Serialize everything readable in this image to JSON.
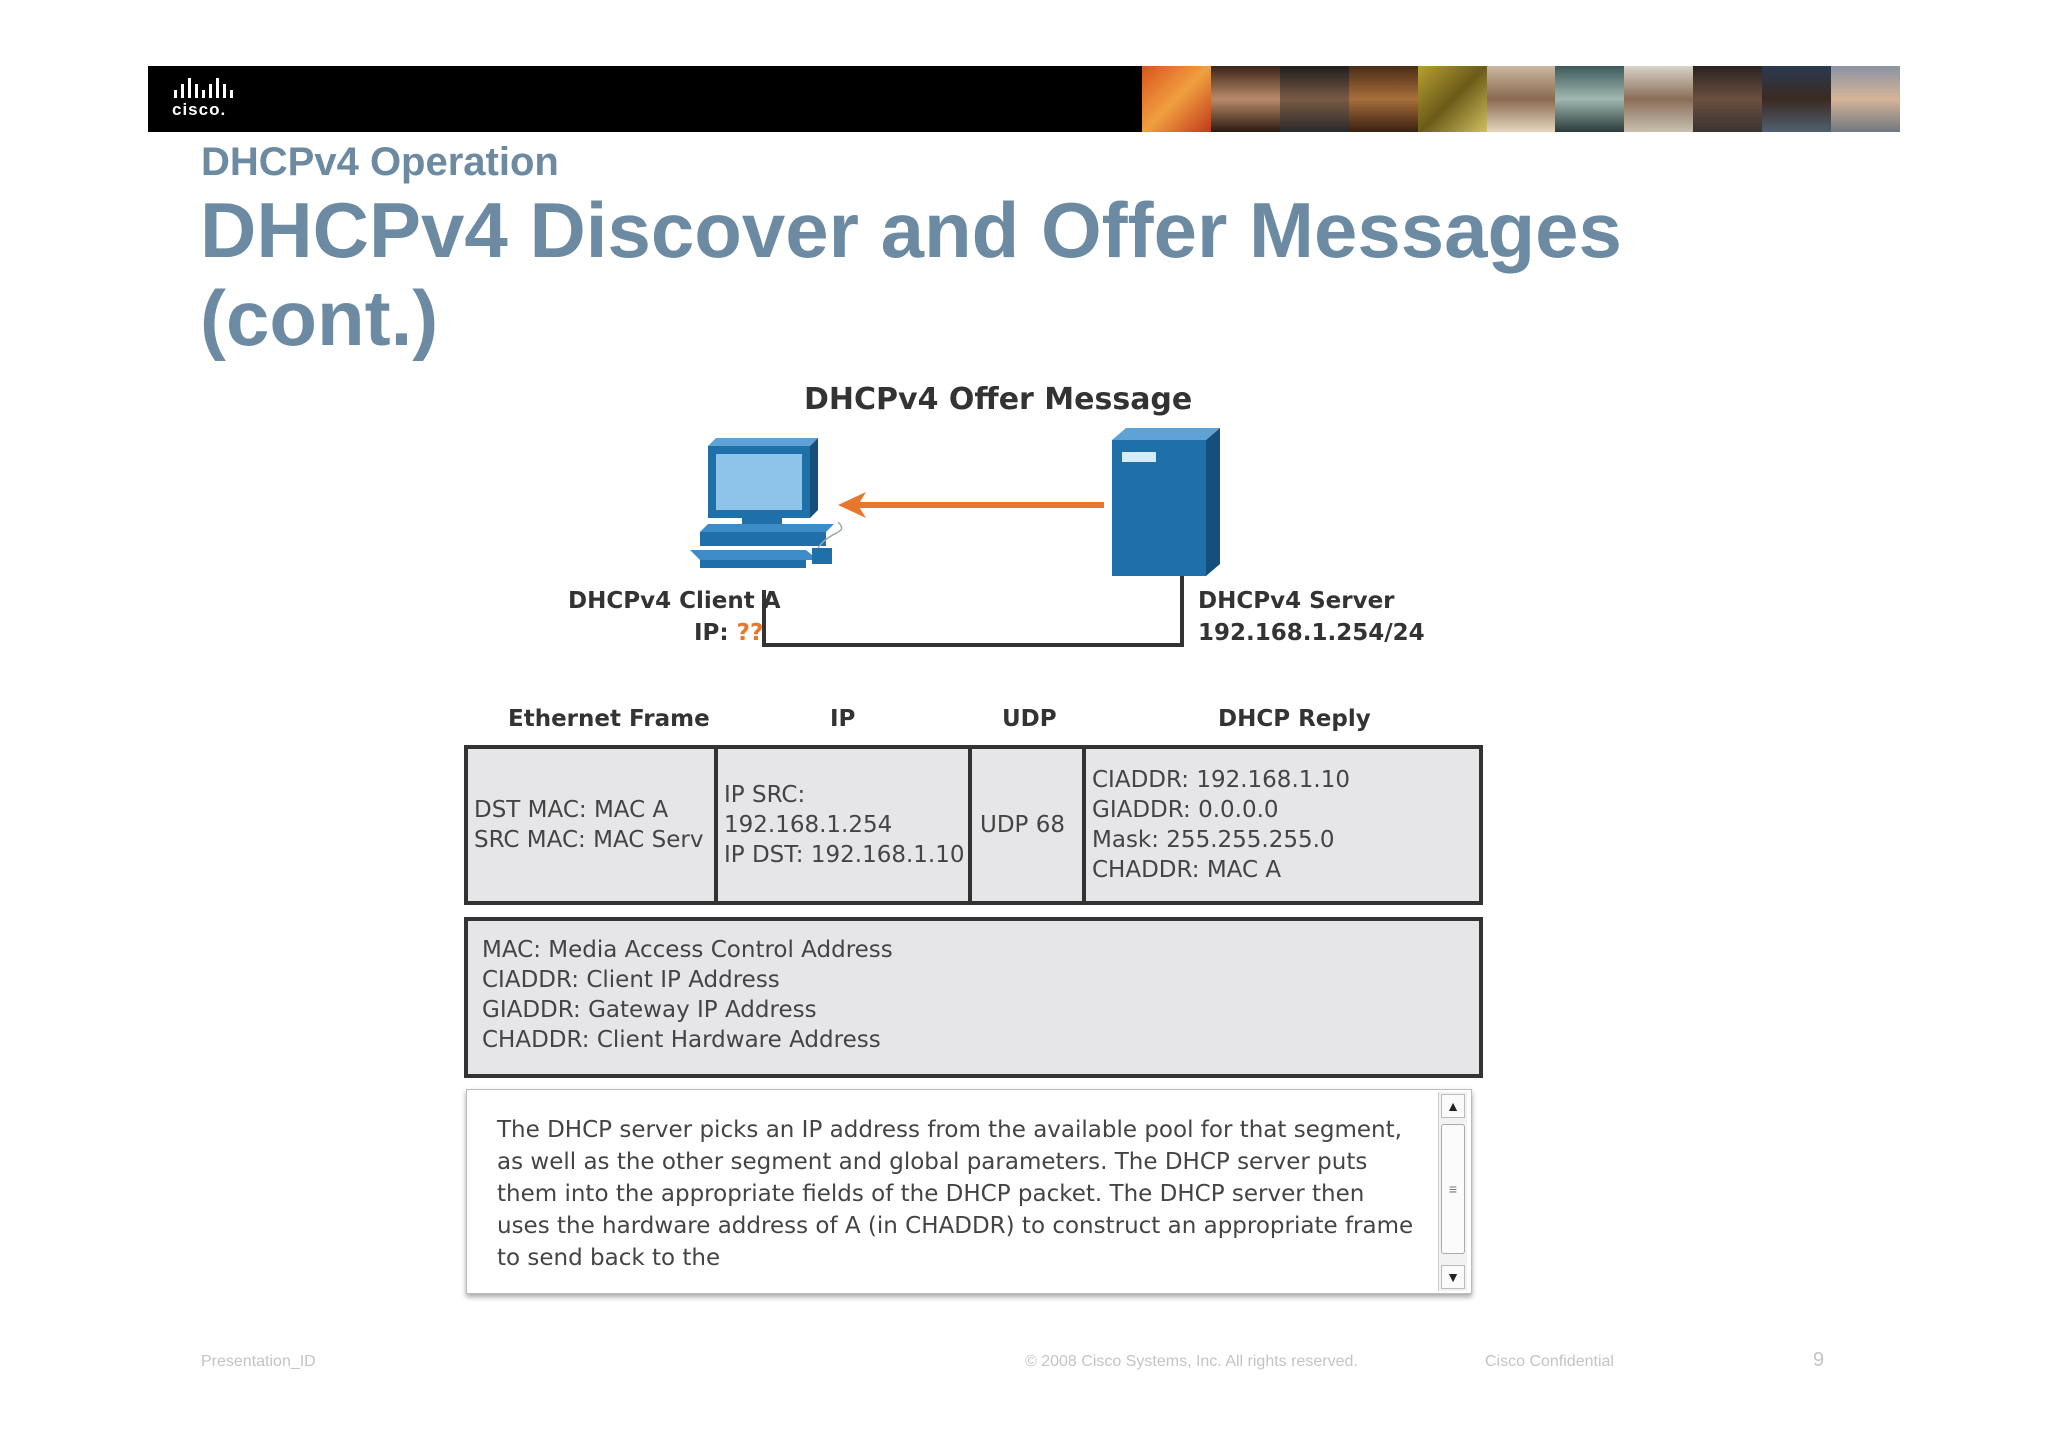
{
  "banner": {
    "logo_text": "cisco."
  },
  "slide": {
    "kicker": "DHCPv4 Operation",
    "title": "DHCPv4 Discover and Offer Messages (cont.)"
  },
  "diagram": {
    "title": "DHCPv4 Offer Message",
    "client_label": "DHCPv4 Client A",
    "client_ip_prefix": "IP: ",
    "client_ip_value": "??",
    "server_label": "DHCPv4 Server",
    "server_ip": "192.168.1.254/24",
    "arrow_color": "#e8772e",
    "device_color": "#1f6fa8"
  },
  "packet": {
    "headers": [
      "Ethernet Frame",
      "IP",
      "UDP",
      "DHCP Reply"
    ],
    "ethernet": [
      "DST MAC: MAC A",
      "SRC MAC: MAC Serv"
    ],
    "ip": [
      "IP SRC: 192.168.1.254",
      "IP DST: 192.168.1.10"
    ],
    "udp": [
      "UDP 68"
    ],
    "dhcp": [
      "CIADDR: 192.168.1.10",
      "GIADDR: 0.0.0.0",
      "Mask: 255.255.255.0",
      "CHADDR: MAC A"
    ]
  },
  "legend": [
    "MAC: Media Access Control Address",
    "CIADDR: Client IP Address",
    "GIADDR: Gateway IP Address",
    "CHADDR: Client Hardware Address"
  ],
  "description": "The DHCP server picks an IP address from the available pool for that segment, as well as the other segment and global parameters. The DHCP server puts them into the appropriate fields of the DHCP packet. The DHCP server then uses the hardware address of A (in CHADDR) to construct an appropriate frame to send back to the",
  "footer": {
    "presentation_id": "Presentation_ID",
    "copyright": "© 2008 Cisco Systems, Inc. All rights  reserved.",
    "confidential": "Cisco Confidential",
    "page_number": "9"
  }
}
